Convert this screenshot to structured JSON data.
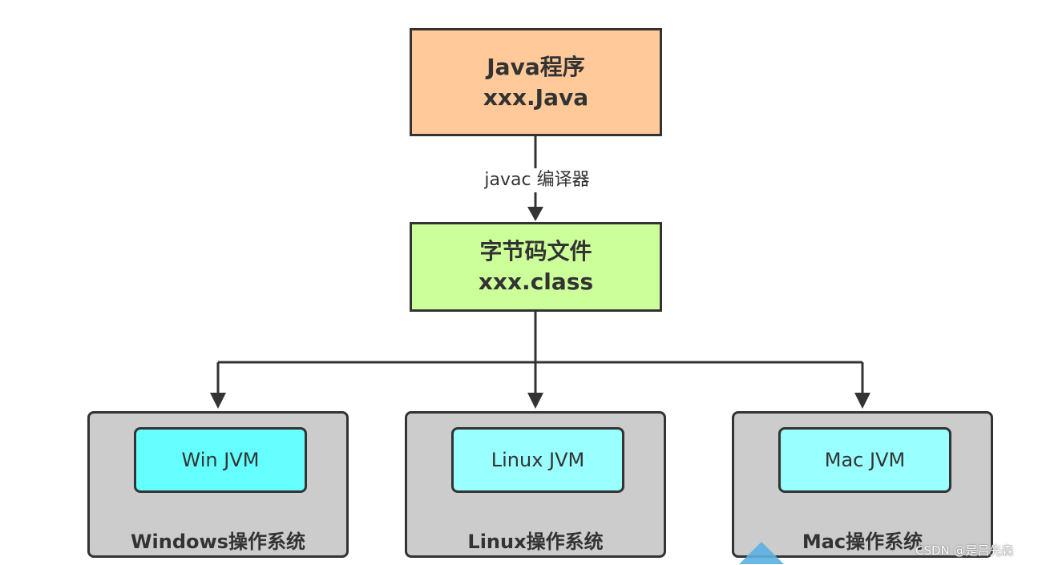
{
  "diagram": {
    "source_node": {
      "line1": "Java程序",
      "line2": "xxx.Java"
    },
    "compile_edge_label": "javac 编译器",
    "bytecode_node": {
      "line1": "字节码文件",
      "line2": "xxx.class"
    },
    "platforms": [
      {
        "jvm": "Win JVM",
        "os": "Windows操作系统"
      },
      {
        "jvm": "Linux JVM",
        "os": "Linux操作系统"
      },
      {
        "jvm": "Mac JVM",
        "os": "Mac操作系统"
      }
    ]
  },
  "watermark": "CSDN @是吕先森",
  "colors": {
    "source_fill": "#ffc999",
    "bytecode_fill": "#ccff99",
    "os_fill": "#cccccc",
    "win_jvm_fill": "#66ffff",
    "jvm_fill": "#99ffff",
    "stroke": "#333333"
  }
}
